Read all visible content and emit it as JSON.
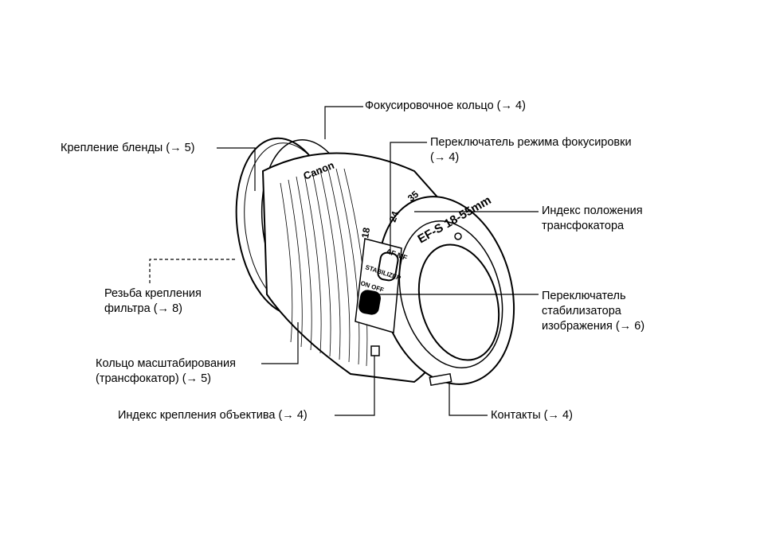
{
  "lens_markings": {
    "brand": "Canon",
    "model": "EF-S 18-55mm",
    "switch_focus": "AF  MF",
    "switch_stabilizer": "STABILIZER",
    "switch_stabilizer_states": "ON  OFF",
    "focal_marks": [
      "18",
      "24",
      "35"
    ]
  },
  "labels": {
    "focus_ring": "Фокусировочное кольцо (→ 4)",
    "hood_mount": "Крепление бленды (→ 5)",
    "focus_mode_switch": [
      "Переключатель режима фокусировки",
      "(→ 4)"
    ],
    "zoom_index": [
      "Индекс положения",
      "трансфокатора"
    ],
    "filter_thread": [
      "Резьба крепления",
      "фильтра (→ 8)"
    ],
    "stabilizer_switch": [
      "Переключатель",
      "стабилизатора",
      "изображения (→ 6)"
    ],
    "zoom_ring": [
      "Кольцо масштабирования",
      "(трансфокатор) (→ 5)"
    ],
    "mount_index": "Индекс крепления объектива (→ 4)",
    "contacts": "Контакты (→ 4)"
  }
}
